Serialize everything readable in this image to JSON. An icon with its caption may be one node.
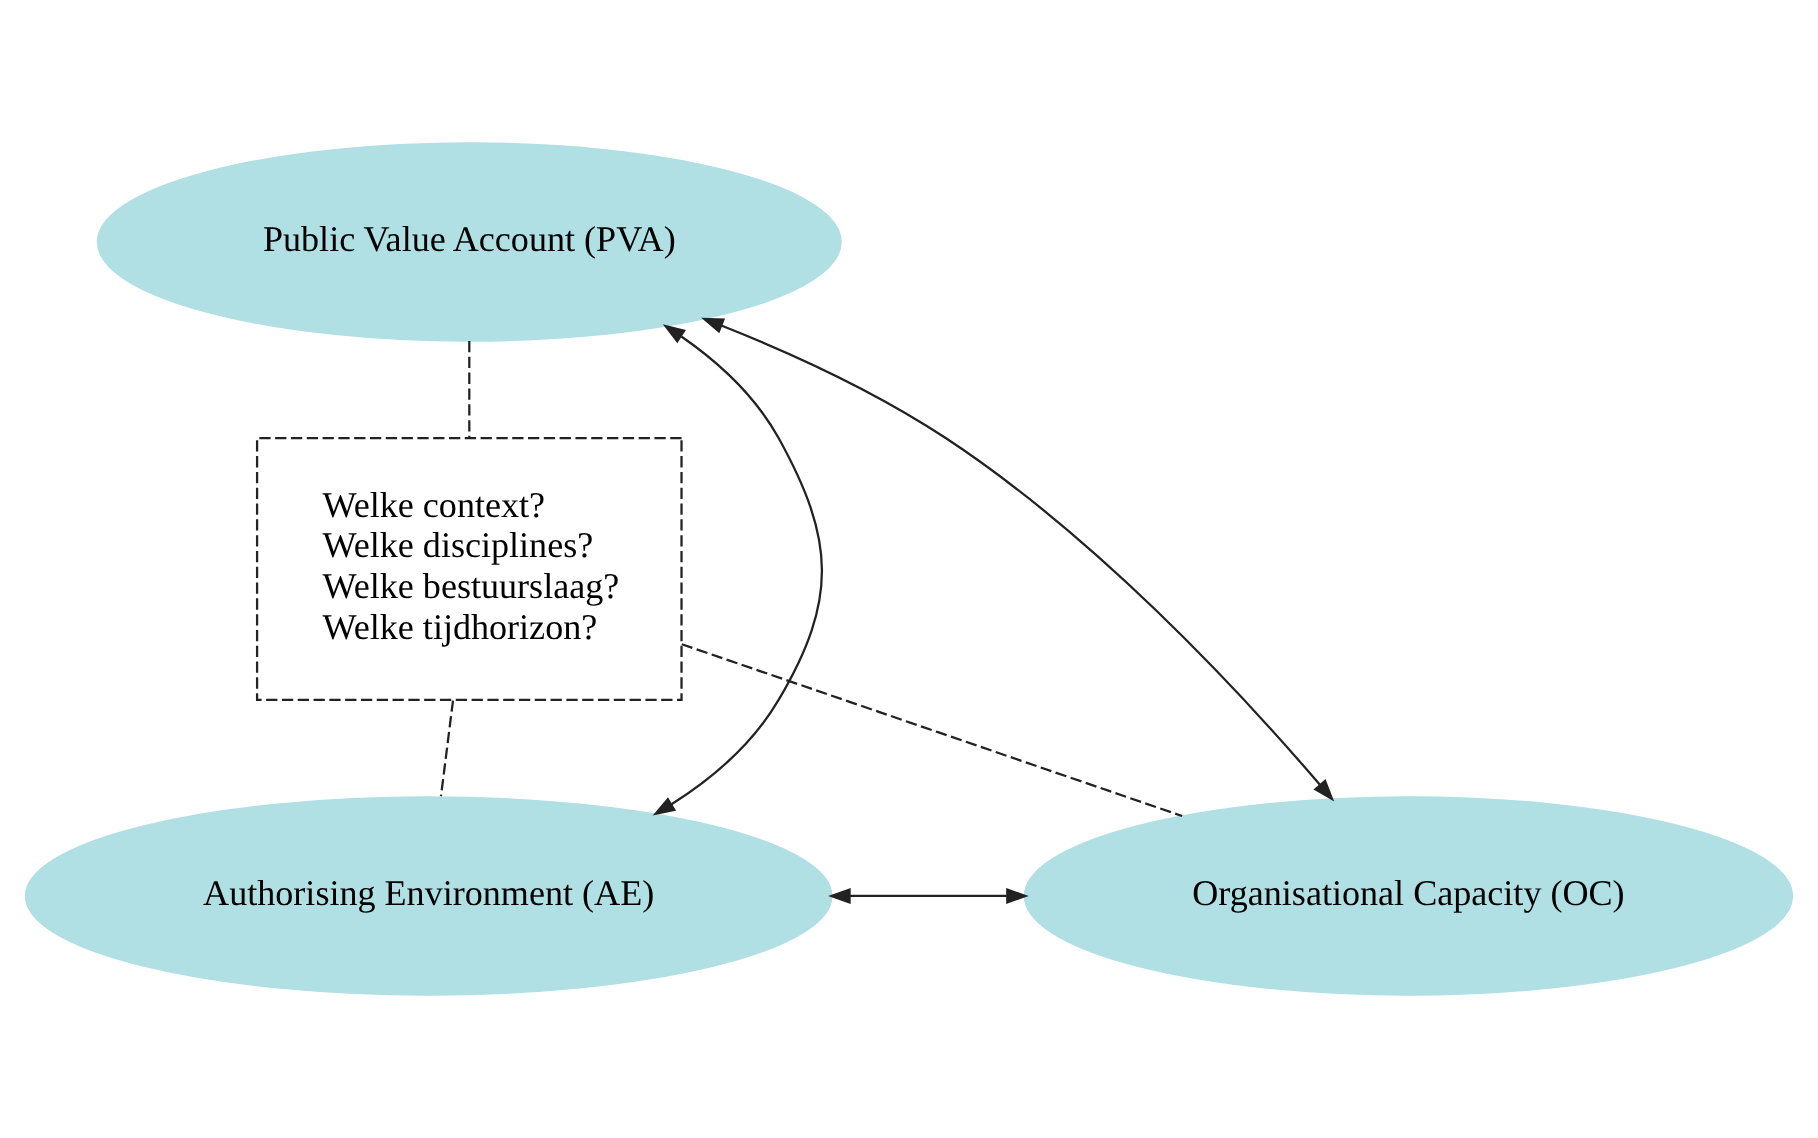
{
  "diagram": {
    "nodes": [
      {
        "text": [
          "Public Value Account (PVA)"
        ]
      },
      {
        "text": [
          "Welke context?",
          "Welke disciplines?",
          "Welke bestuurslaag?",
          "Welke tijdhorizon?"
        ]
      },
      {
        "text": [
          "Authorising Environment (AE)"
        ]
      },
      {
        "text": [
          "Organisational Capacity (OC)"
        ]
      }
    ],
    "edges": [
      {
        "from": 0,
        "to": 2,
        "arrow": "both"
      },
      {
        "from": 0,
        "to": 3,
        "arrow": "both"
      },
      {
        "from": 0,
        "to": 1,
        "arrow": "none",
        "style": "dashed"
      },
      {
        "from": 1,
        "to": 2,
        "arrow": "none",
        "style": "dashed"
      },
      {
        "from": 1,
        "to": 3,
        "arrow": "none",
        "style": "dashed"
      },
      {
        "from": 2,
        "to": 3,
        "arrow": "both"
      }
    ]
  }
}
